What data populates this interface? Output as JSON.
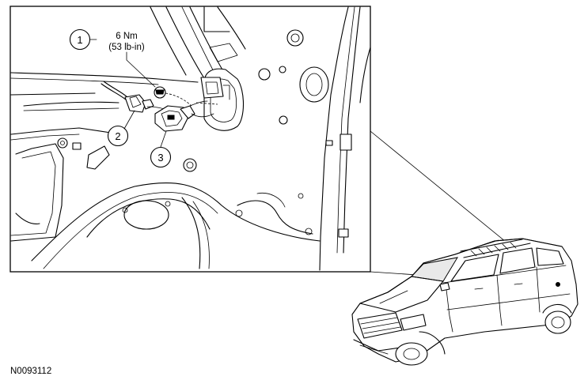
{
  "callouts": [
    {
      "number": "1",
      "note_line1": "6 Nm",
      "note_line2": "(53 lb-in)"
    },
    {
      "number": "2"
    },
    {
      "number": "3"
    }
  ],
  "figure_id": "N0093112"
}
